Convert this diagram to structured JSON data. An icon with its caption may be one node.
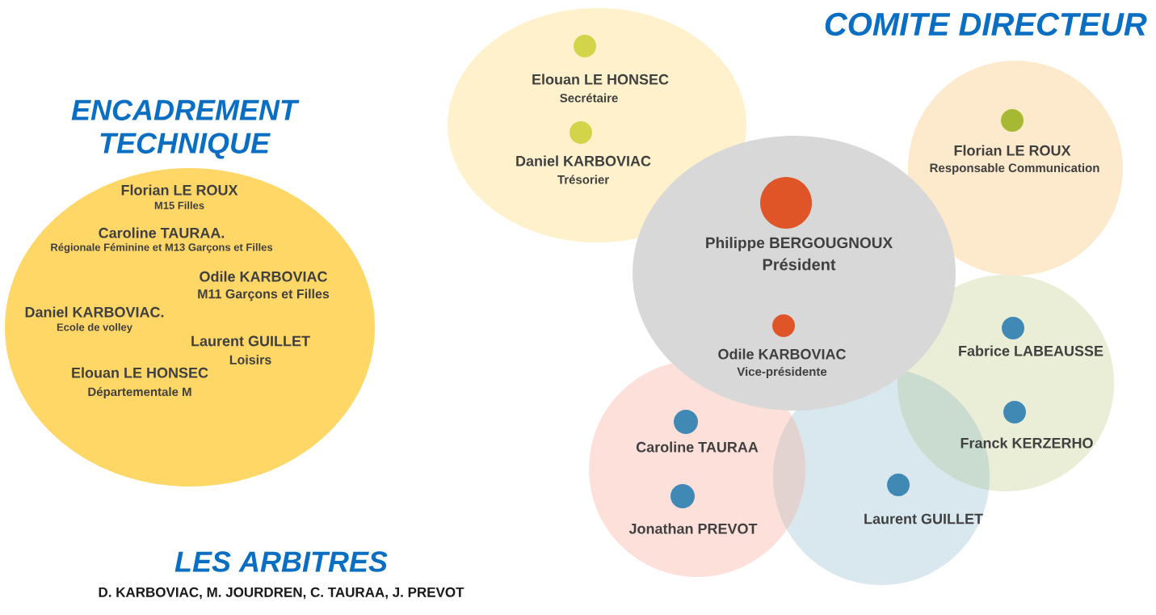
{
  "diagram": {
    "nodes": [
      {
        "text": [
          "ENCADREMENT TECHNIQUE",
          "Florian LE ROUX",
          "M15 Filles",
          "Caroline TAURAA.",
          "Régionale Féminine et M13 Garçons et Filles",
          "Odile KARBOVIAC",
          "M11 Garçons et Filles",
          "Daniel KARBOVIAC.",
          "Ecole de volley",
          "Laurent GUILLET",
          "Loisirs",
          "Elouan LE HONSEC",
          "Départementale M"
        ]
      },
      {
        "text": [
          "Elouan LE HONSEC",
          "Secrétaire",
          "Daniel KARBOVIAC",
          "Trésorier"
        ]
      },
      {
        "text": [
          "Philippe BERGOUGNOUX",
          "Président",
          "Odile KARBOVIAC",
          "Vice-présidente"
        ]
      },
      {
        "text": [
          "Florian LE ROUX",
          "Responsable Communication"
        ]
      },
      {
        "text": [
          "Fabrice LABEAUSSE",
          "Franck KERZERHO"
        ]
      },
      {
        "text": [
          "Caroline TAURAA",
          "Jonathan PREVOT"
        ]
      },
      {
        "text": [
          "Laurent GUILLET"
        ]
      }
    ],
    "labels": [
      "COMITE DIRECTEUR",
      "LES ARBITRES",
      "D. KARBOVIAC, M. JOURDREN, C. TAURAA, J. PREVOT"
    ]
  }
}
